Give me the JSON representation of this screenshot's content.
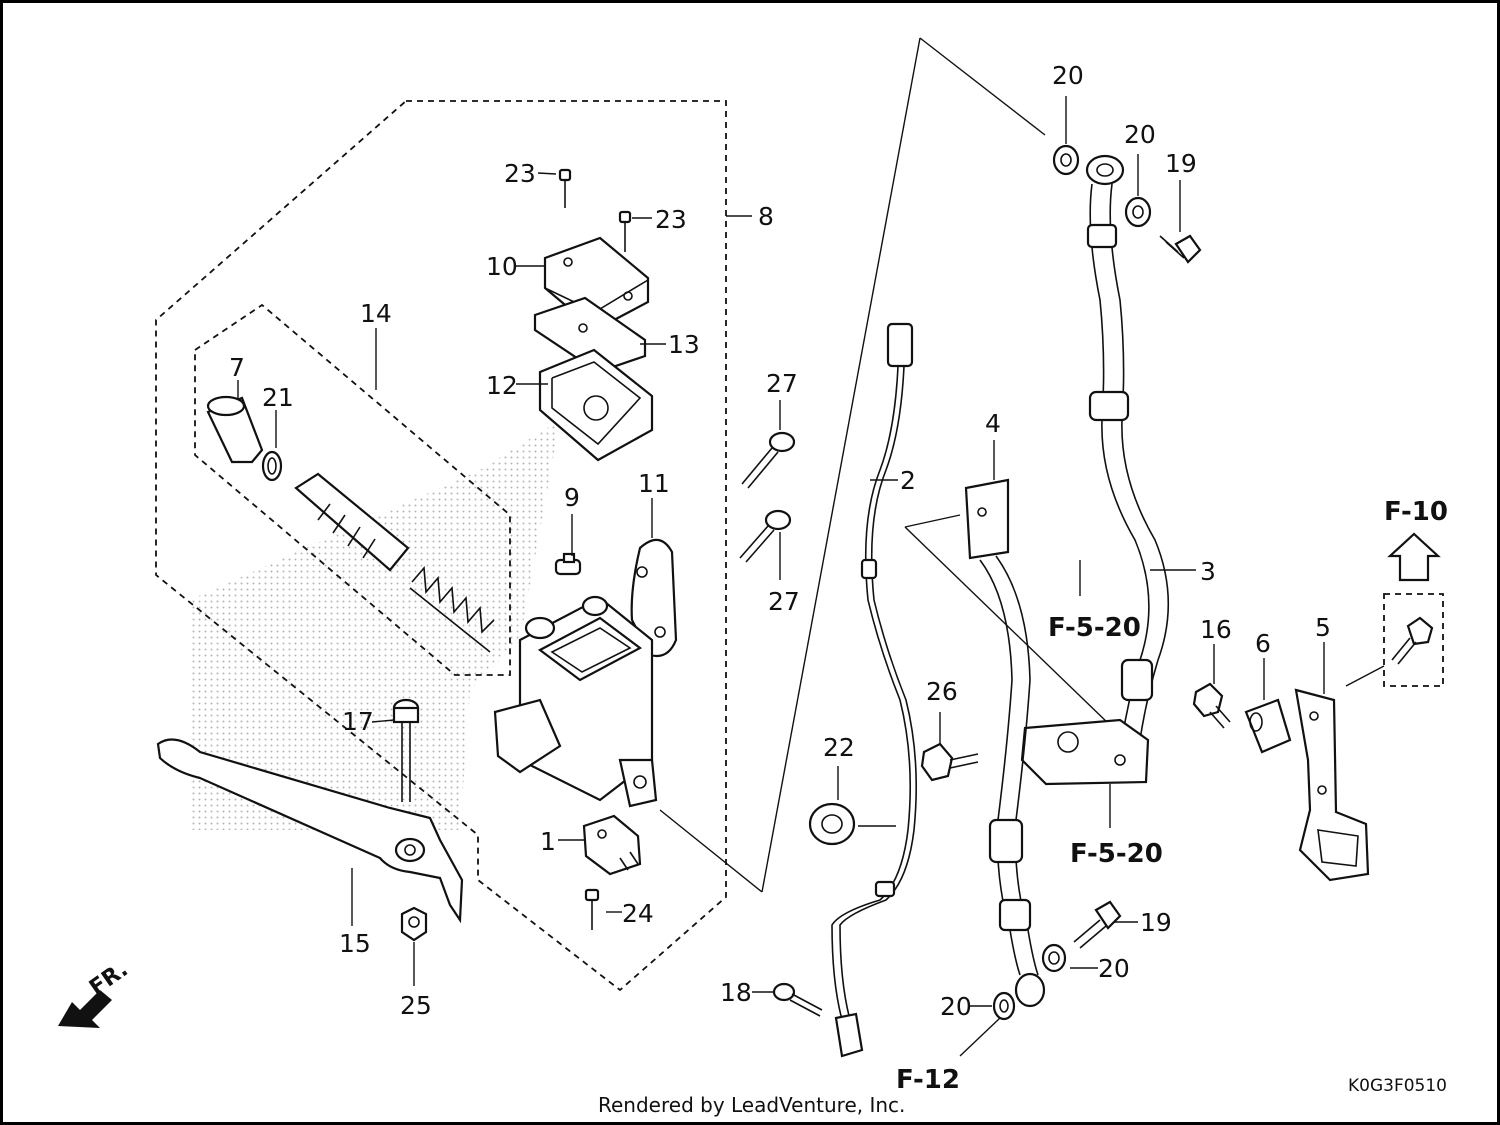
{
  "callouts": {
    "c1": "1",
    "c2": "2",
    "c3": "3",
    "c4": "4",
    "c5": "5",
    "c6": "6",
    "c7": "7",
    "c8": "8",
    "c9": "9",
    "c10": "10",
    "c11": "11",
    "c12": "12",
    "c13": "13",
    "c14": "14",
    "c15": "15",
    "c16": "16",
    "c17": "17",
    "c18": "18",
    "c19a": "19",
    "c19b": "19",
    "c20a": "20",
    "c20b": "20",
    "c20c": "20",
    "c20d": "20",
    "c21": "21",
    "c22": "22",
    "c23a": "23",
    "c23b": "23",
    "c24": "24",
    "c25": "25",
    "c26": "26",
    "c27a": "27",
    "c27b": "27"
  },
  "references": {
    "f10": "F-10",
    "f520a": "F-5-20",
    "f520b": "F-5-20",
    "f12": "F-12"
  },
  "front_marker": "FR.",
  "drawing_code": "K0G3F0510",
  "credit": "Rendered by LeadVenture, Inc."
}
